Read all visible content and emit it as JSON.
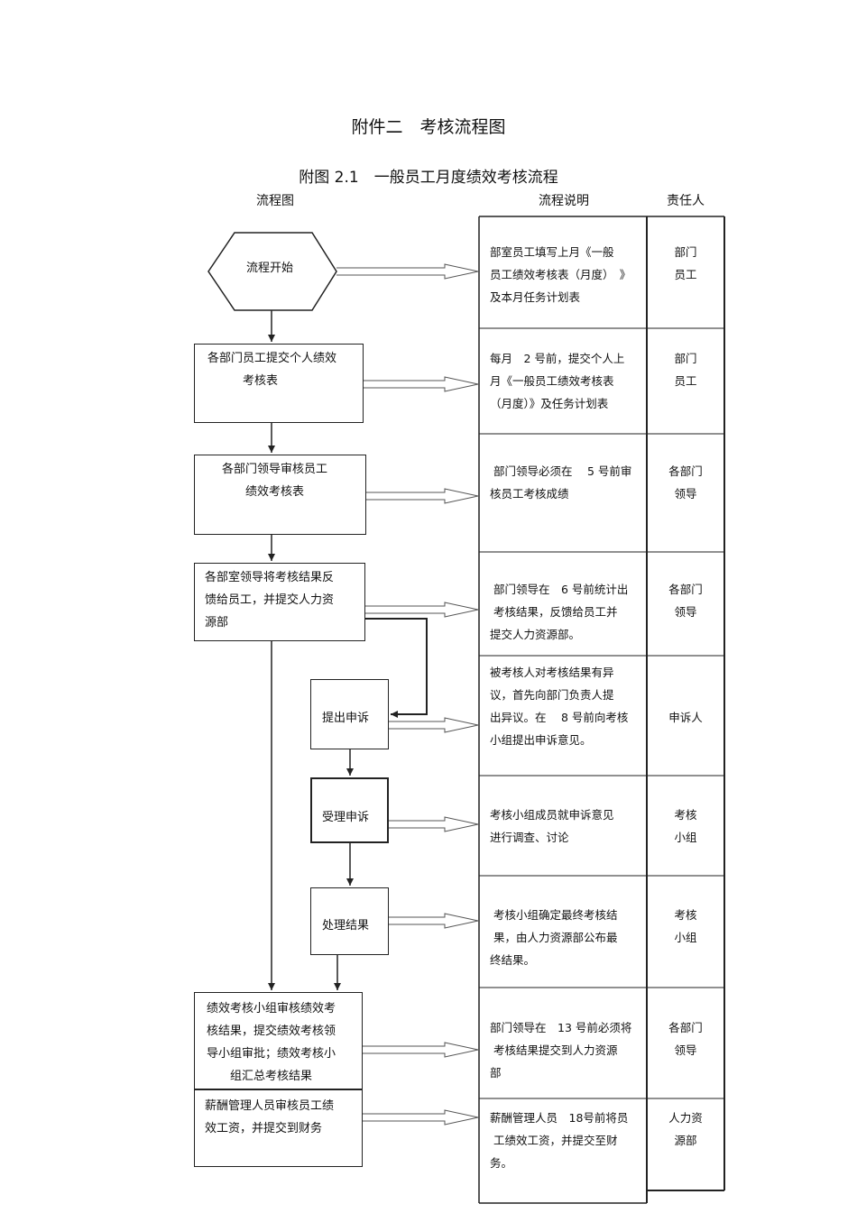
{
  "title": "附件二　考核流程图",
  "subtitle": "附图 2.1　一般员工月度绩效考核流程",
  "columns": {
    "flow": "流程图",
    "desc": "流程说明",
    "resp": "责任人"
  },
  "steps": [
    {
      "box": "流程开始",
      "desc": "部室员工填写上月《一般\n员工绩效考核表（月度）　》\n及本月任务计划表",
      "resp": "部门\n员工"
    },
    {
      "box": "各部门员工提交个人绩效\n　　　考核表",
      "desc": "每月　2 号前，提交个人上\n月《一般员工绩效考核表\n（月度）》及任务计划表",
      "resp": "部门\n员工"
    },
    {
      "box": "各部门领导审核员工\n　　绩效考核表",
      "desc": " 部门领导必须在　 5 号前审\n核员工考核成绩",
      "resp": "各部门\n领导"
    },
    {
      "box": "各部室领导将考核结果反\n馈给员工，并提交人力资\n源部",
      "desc": " 部门领导在　6 号前统计出\n 考核结果，反馈给员工并\n提交人力资源部。",
      "resp": "各部门\n领导"
    },
    {
      "box": "提出申诉",
      "desc": "被考核人对考核结果有异\n议，首先向部门负责人提\n出异议。在　 8 号前向考核\n小组提出申诉意见。",
      "resp": "申诉人"
    },
    {
      "box": "受理申诉",
      "desc": "考核小组成员就申诉意见\n进行调查、讨论",
      "resp": "考核\n小组"
    },
    {
      "box": "处理结果",
      "desc": " 考核小组确定最终考核结\n 果，由人力资源部公布最\n终结果。",
      "resp": "考核\n小组"
    },
    {
      "box": "绩效考核小组审核绩效考\n核结果，提交绩效考核领\n导小组审批；绩效考核小\n　　组汇总考核结果",
      "desc": "部门领导在　13 号前必须将\n 考核结果提交到人力资源\n部",
      "resp": "各部门\n领导"
    },
    {
      "box": "薪酬管理人员审核员工绩\n效工资，并提交到财务",
      "desc": "薪酬管理人员　18号前将员\n 工绩效工资，并提交至财\n务。",
      "resp": "人力资\n源部"
    }
  ]
}
